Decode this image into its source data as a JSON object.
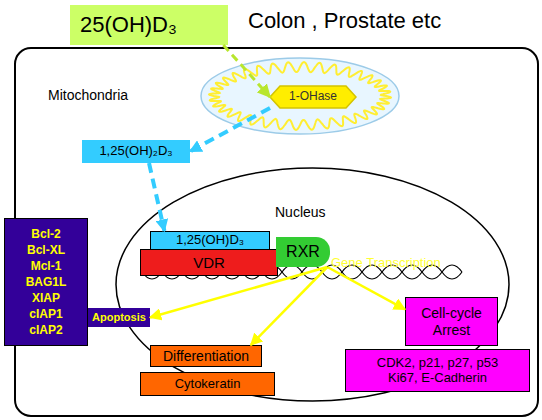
{
  "diagram": {
    "title": "Colon , Prostate etc",
    "nodes": [
      {
        "text": [
          "25(OH)D₃"
        ]
      },
      {
        "text": [
          "Mitochondria"
        ]
      },
      {
        "text": [
          "1-OHase"
        ],
        "in": 1
      },
      {
        "text": [
          "1,25(OH)₂D₃"
        ]
      },
      {
        "text": [
          "Nucleus"
        ]
      },
      {
        "text": [
          "1,25(OH)D₃"
        ],
        "in": 4
      },
      {
        "text": [
          "VDR"
        ],
        "in": 4
      },
      {
        "text": [
          "RXR"
        ],
        "in": 4
      },
      {
        "text": [
          "Bcl-2",
          "Bcl-XL",
          "Mcl-1",
          "BAG1L",
          "XIAP",
          "cIAP1",
          "cIAP2"
        ]
      },
      {
        "text": [
          "Apoptosis"
        ]
      },
      {
        "text": [
          "Differentiation"
        ]
      },
      {
        "text": [
          "Cytokeratin"
        ]
      },
      {
        "text": [
          "Cell-cycle Arrest"
        ]
      },
      {
        "text": [
          "CDK2, p21, p27, p53 Ki67, E-Cadherin"
        ]
      }
    ],
    "edges": [
      {
        "from": 0,
        "to": 2,
        "arrow": "to"
      },
      {
        "from": 2,
        "to": 3,
        "arrow": "to"
      },
      {
        "from": 3,
        "to": 5,
        "arrow": "to"
      },
      {
        "from": 7,
        "to": 9,
        "arrow": "to"
      },
      {
        "from": 7,
        "to": 10,
        "arrow": "to"
      },
      {
        "from": 7,
        "to": 12,
        "arrow": "to"
      }
    ],
    "labels": [
      "Gene Transcription"
    ]
  }
}
